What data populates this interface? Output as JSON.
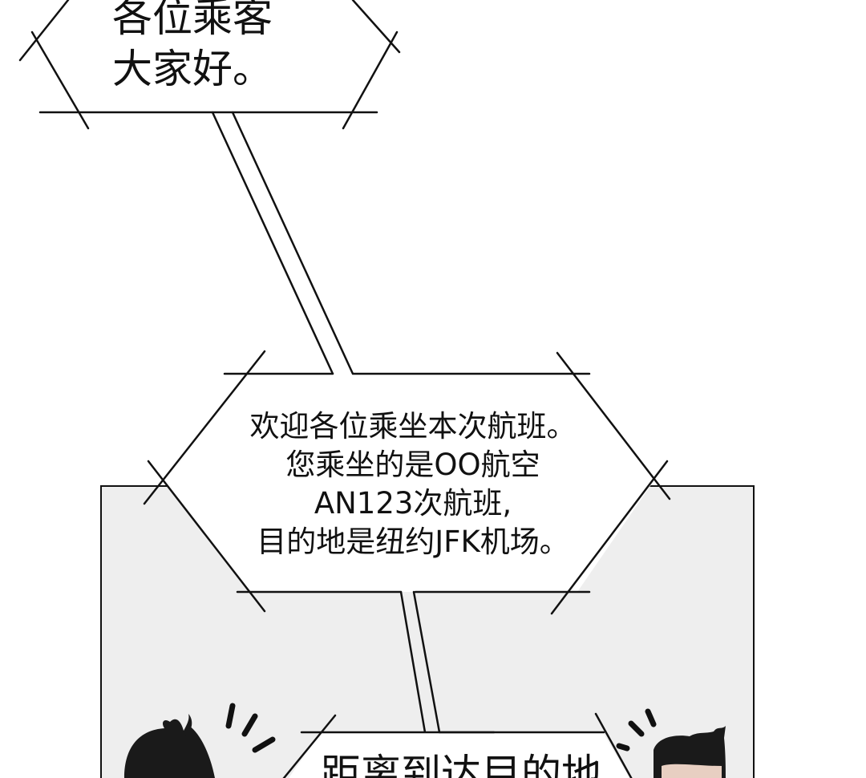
{
  "bubbles": {
    "top": {
      "line1": "各位乘客",
      "line2": "大家好。"
    },
    "middle": {
      "line1": "欢迎各位乘坐本次航班。",
      "line2": "您乘坐的是OO航空",
      "line3": "AN123次航班,",
      "line4": "目的地是纽约JFK机场。"
    },
    "bottom": {
      "line1": "距离到达目的地"
    }
  },
  "colors": {
    "panel": "#eeeeee",
    "ink": "#111111",
    "skin": "#e8cfc2"
  }
}
